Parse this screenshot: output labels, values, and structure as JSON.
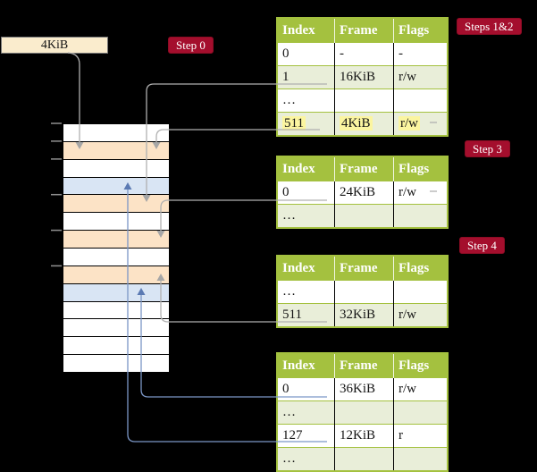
{
  "labels": {
    "page_size": "4KiB"
  },
  "badges": [
    {
      "id": "badge-step-0",
      "label": "Step 0"
    },
    {
      "id": "badge-steps-1-2",
      "label": "Steps 1&2"
    },
    {
      "id": "badge-step-3",
      "label": "Step 3"
    },
    {
      "id": "badge-step-4",
      "label": "Step 4"
    }
  ],
  "tables": [
    {
      "id": "root-page-table",
      "headers": [
        "Index",
        "Frame",
        "Flags"
      ],
      "rows": [
        {
          "cells": [
            "0",
            "-",
            "-"
          ],
          "highlight": false
        },
        {
          "cells": [
            "1",
            "16KiB",
            "r/w"
          ],
          "highlight": false
        },
        {
          "cells": [
            "…",
            "",
            ""
          ],
          "highlight": false
        },
        {
          "cells": [
            "511",
            "4KiB",
            "r/w"
          ],
          "highlight": true
        }
      ]
    },
    {
      "id": "page-table-step-3",
      "headers": [
        "Index",
        "Frame",
        "Flags"
      ],
      "rows": [
        {
          "cells": [
            "0",
            "24KiB",
            "r/w"
          ],
          "highlight": false
        },
        {
          "cells": [
            "…",
            "",
            ""
          ],
          "highlight": false
        }
      ]
    },
    {
      "id": "page-table-step-4",
      "headers": [
        "Index",
        "Frame",
        "Flags"
      ],
      "rows": [
        {
          "cells": [
            "…",
            "",
            ""
          ],
          "highlight": false
        },
        {
          "cells": [
            "511",
            "32KiB",
            "r/w"
          ],
          "highlight": false
        }
      ]
    },
    {
      "id": "leaf-page-table",
      "headers": [
        "Index",
        "Frame",
        "Flags"
      ],
      "rows": [
        {
          "cells": [
            "0",
            "36KiB",
            "r/w"
          ],
          "highlight": false
        },
        {
          "cells": [
            "…",
            "",
            ""
          ],
          "highlight": false
        },
        {
          "cells": [
            "127",
            "12KiB",
            "r"
          ],
          "highlight": false
        },
        {
          "cells": [
            "…",
            "",
            ""
          ],
          "highlight": false
        }
      ]
    }
  ],
  "memory": {
    "frames": [
      {
        "type": "free"
      },
      {
        "type": "table"
      },
      {
        "type": "free"
      },
      {
        "type": "data"
      },
      {
        "type": "table"
      },
      {
        "type": "free"
      },
      {
        "type": "table"
      },
      {
        "type": "free"
      },
      {
        "type": "table"
      },
      {
        "type": "data"
      },
      {
        "type": "free"
      },
      {
        "type": "free"
      },
      {
        "type": "free"
      },
      {
        "type": "free"
      }
    ],
    "tick_boundaries": [
      0,
      1,
      2,
      4,
      6,
      8
    ]
  },
  "colors": {
    "background": "#000000",
    "box_bg": "#faeccd",
    "badge_bg": "#a40e2d",
    "badge_text": "#ffffff",
    "header_bg": "#a4c13f",
    "header_text": "#ffffff",
    "row_bg": "#ffffff",
    "row_alt_bg": "#e9eed9",
    "highlight_bg": "#fbf5a0",
    "cell_text": "#141414",
    "frame_free": "#ffffff",
    "frame_table": "#fce3c6",
    "frame_data": "#d9e5f4",
    "gray_line": "#b0b0b0",
    "gray_arrow": "#a6a6a6",
    "blue_line": "#7b96c6",
    "blue_arrow": "#5b7ab3",
    "tick": "#8f8f8f",
    "table_border": "#a4c13f"
  }
}
